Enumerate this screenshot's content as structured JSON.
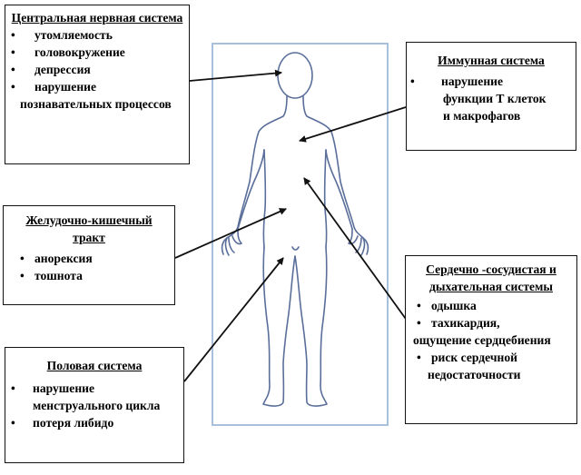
{
  "boxes": {
    "cns": {
      "title": "Центральная нервная система",
      "items": [
        {
          "bullet": "•",
          "text": "утомляемость"
        },
        {
          "bullet": "•",
          "text": "головокружение"
        },
        {
          "bullet": "•",
          "text": "депрессия"
        },
        {
          "bullet": "•",
          "text": "нарушение",
          "cont": "познавательных процессов"
        }
      ]
    },
    "immune": {
      "title": "Иммунная система",
      "items": [
        {
          "bullet": "•",
          "text": "нарушение",
          "cont": "функции Т клеток",
          "cont2": "и макрофагов"
        }
      ]
    },
    "gi": {
      "title": "Желудочно-кишечный тракт",
      "items": [
        {
          "bullet": "•",
          "text": "анорексия"
        },
        {
          "bullet": "•",
          "text": "тошнота"
        }
      ]
    },
    "cardio": {
      "title": "Сердечно -сосудистая и дыхательная системы",
      "items": [
        {
          "bullet": "•",
          "text": "одышка"
        },
        {
          "bullet": "•",
          "text": "тахикардия,",
          "cont": "ощущение сердцебиения"
        },
        {
          "bullet": "•",
          "text": "риск  сердечной",
          "cont": "недостаточности"
        }
      ]
    },
    "reproductive": {
      "title": "Половая система",
      "items": [
        {
          "bullet": "•",
          "text": "нарушение",
          "cont": "менструального  цикла"
        },
        {
          "bullet": "•",
          "text": "потеря либидо"
        }
      ]
    }
  },
  "colors": {
    "frame_border": "#a9c0dc",
    "body_outline": "#5a6e9a",
    "arrow": "#111111"
  }
}
